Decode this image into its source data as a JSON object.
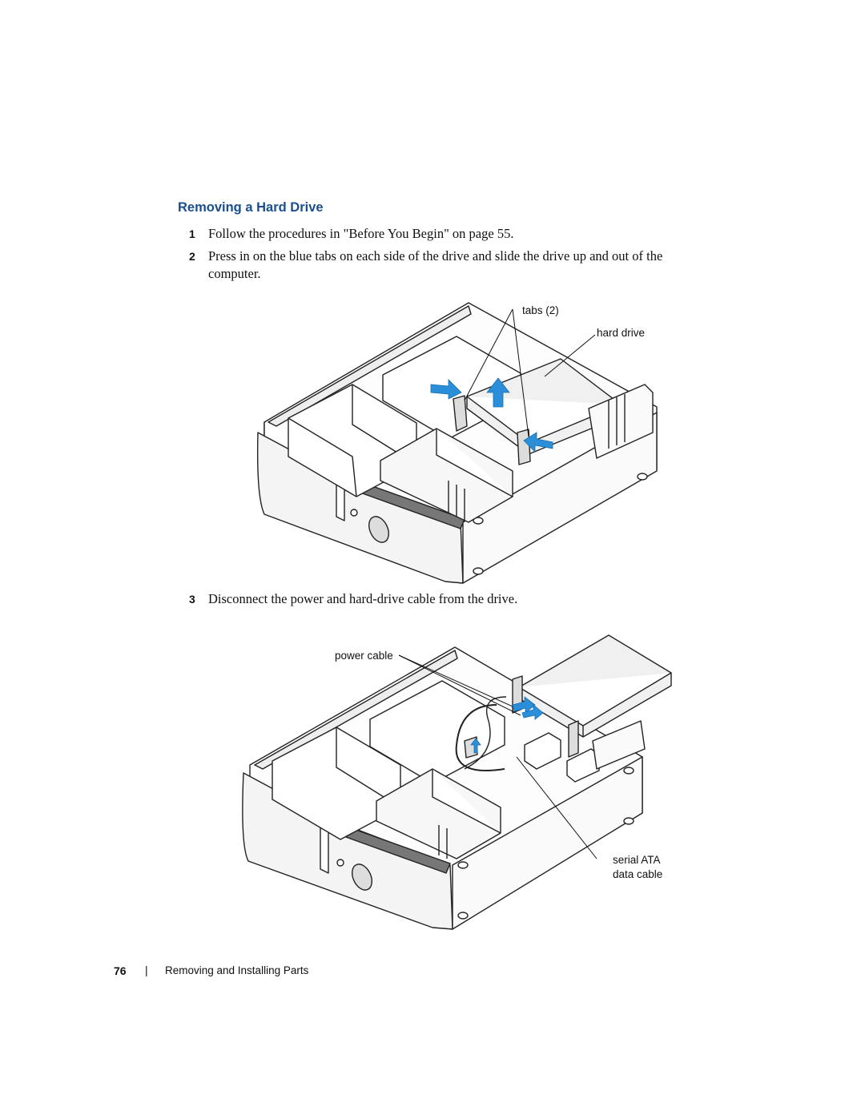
{
  "section": {
    "heading": "Removing a Hard Drive"
  },
  "steps": [
    {
      "num": "1",
      "text": "Follow the procedures in \"Before You Begin\" on page 55."
    },
    {
      "num": "2",
      "text": "Press in on the blue tabs on each side of the drive and slide the drive up and out of the computer."
    },
    {
      "num": "3",
      "text": "Disconnect the power and hard-drive cable from the drive."
    }
  ],
  "figure1": {
    "callouts": [
      "tabs (2)",
      "hard drive"
    ]
  },
  "figure2": {
    "callouts": [
      "power cable",
      "serial ATA",
      "data cable"
    ]
  },
  "footer": {
    "page_number": "76",
    "separator": "|",
    "chapter_title": "Removing and Installing Parts"
  },
  "colors": {
    "heading": "#1a4f8f",
    "arrow": "#2a8fd8"
  }
}
